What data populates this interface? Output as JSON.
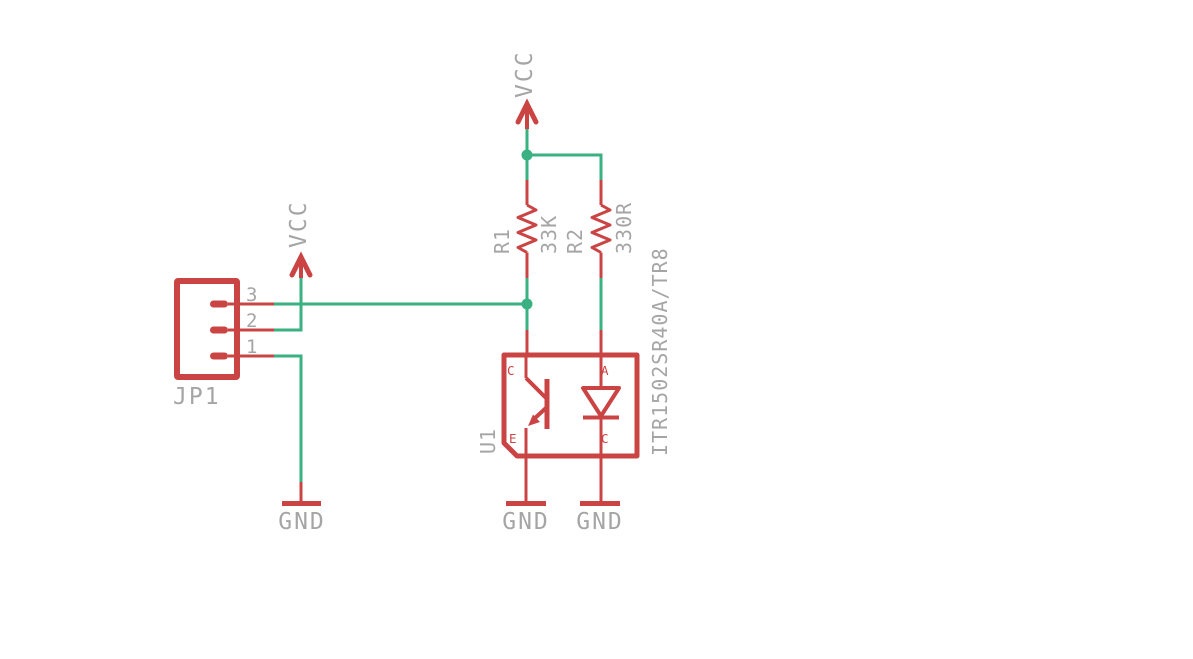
{
  "colors": {
    "symbol_red": "#cb4444",
    "net_green": "#3ab182",
    "label_gray": "#a5a5a5",
    "background": "#ffffff"
  },
  "power": {
    "vcc_top_label": "VCC",
    "vcc_jp1_label": "VCC",
    "gnd_jp1_label": "GND",
    "gnd_emitter_label": "GND",
    "gnd_cathode_label": "GND"
  },
  "components": {
    "jp1": {
      "ref": "JP1",
      "pin_numbers": [
        "3",
        "2",
        "1"
      ]
    },
    "r1": {
      "ref": "R1",
      "value": "33K"
    },
    "r2": {
      "ref": "R2",
      "value": "330R"
    },
    "u1": {
      "ref": "U1",
      "value": "ITR1502SR40A/TR8",
      "pins": {
        "collector": "C",
        "emitter": "E",
        "anode": "A",
        "cathode": "C"
      }
    }
  }
}
